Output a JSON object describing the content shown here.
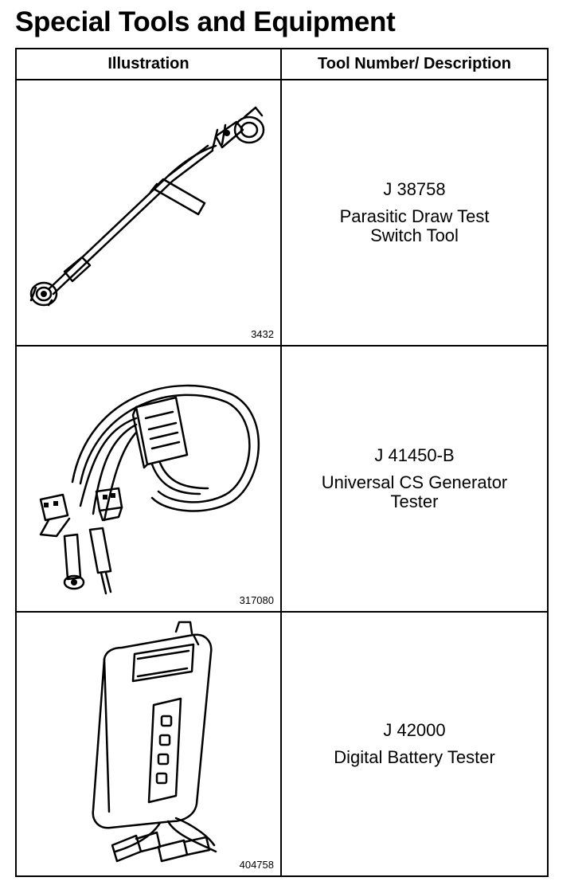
{
  "page": {
    "title": "Special Tools and Equipment"
  },
  "table": {
    "headers": {
      "illustration": "Illustration",
      "description": "Tool Number/ Description"
    },
    "rows": [
      {
        "figure_number": "3432",
        "tool_number": "J 38758",
        "description": "Parasitic Draw Test\nSwitch Tool",
        "illustration_icon": "parasitic-draw-switch-illustration"
      },
      {
        "figure_number": "317080",
        "tool_number": "J 41450-B",
        "description": "Universal CS Generator\nTester",
        "illustration_icon": "generator-tester-illustration"
      },
      {
        "figure_number": "404758",
        "tool_number": "J 42000",
        "description": "Digital Battery Tester",
        "illustration_icon": "battery-tester-illustration"
      }
    ]
  }
}
